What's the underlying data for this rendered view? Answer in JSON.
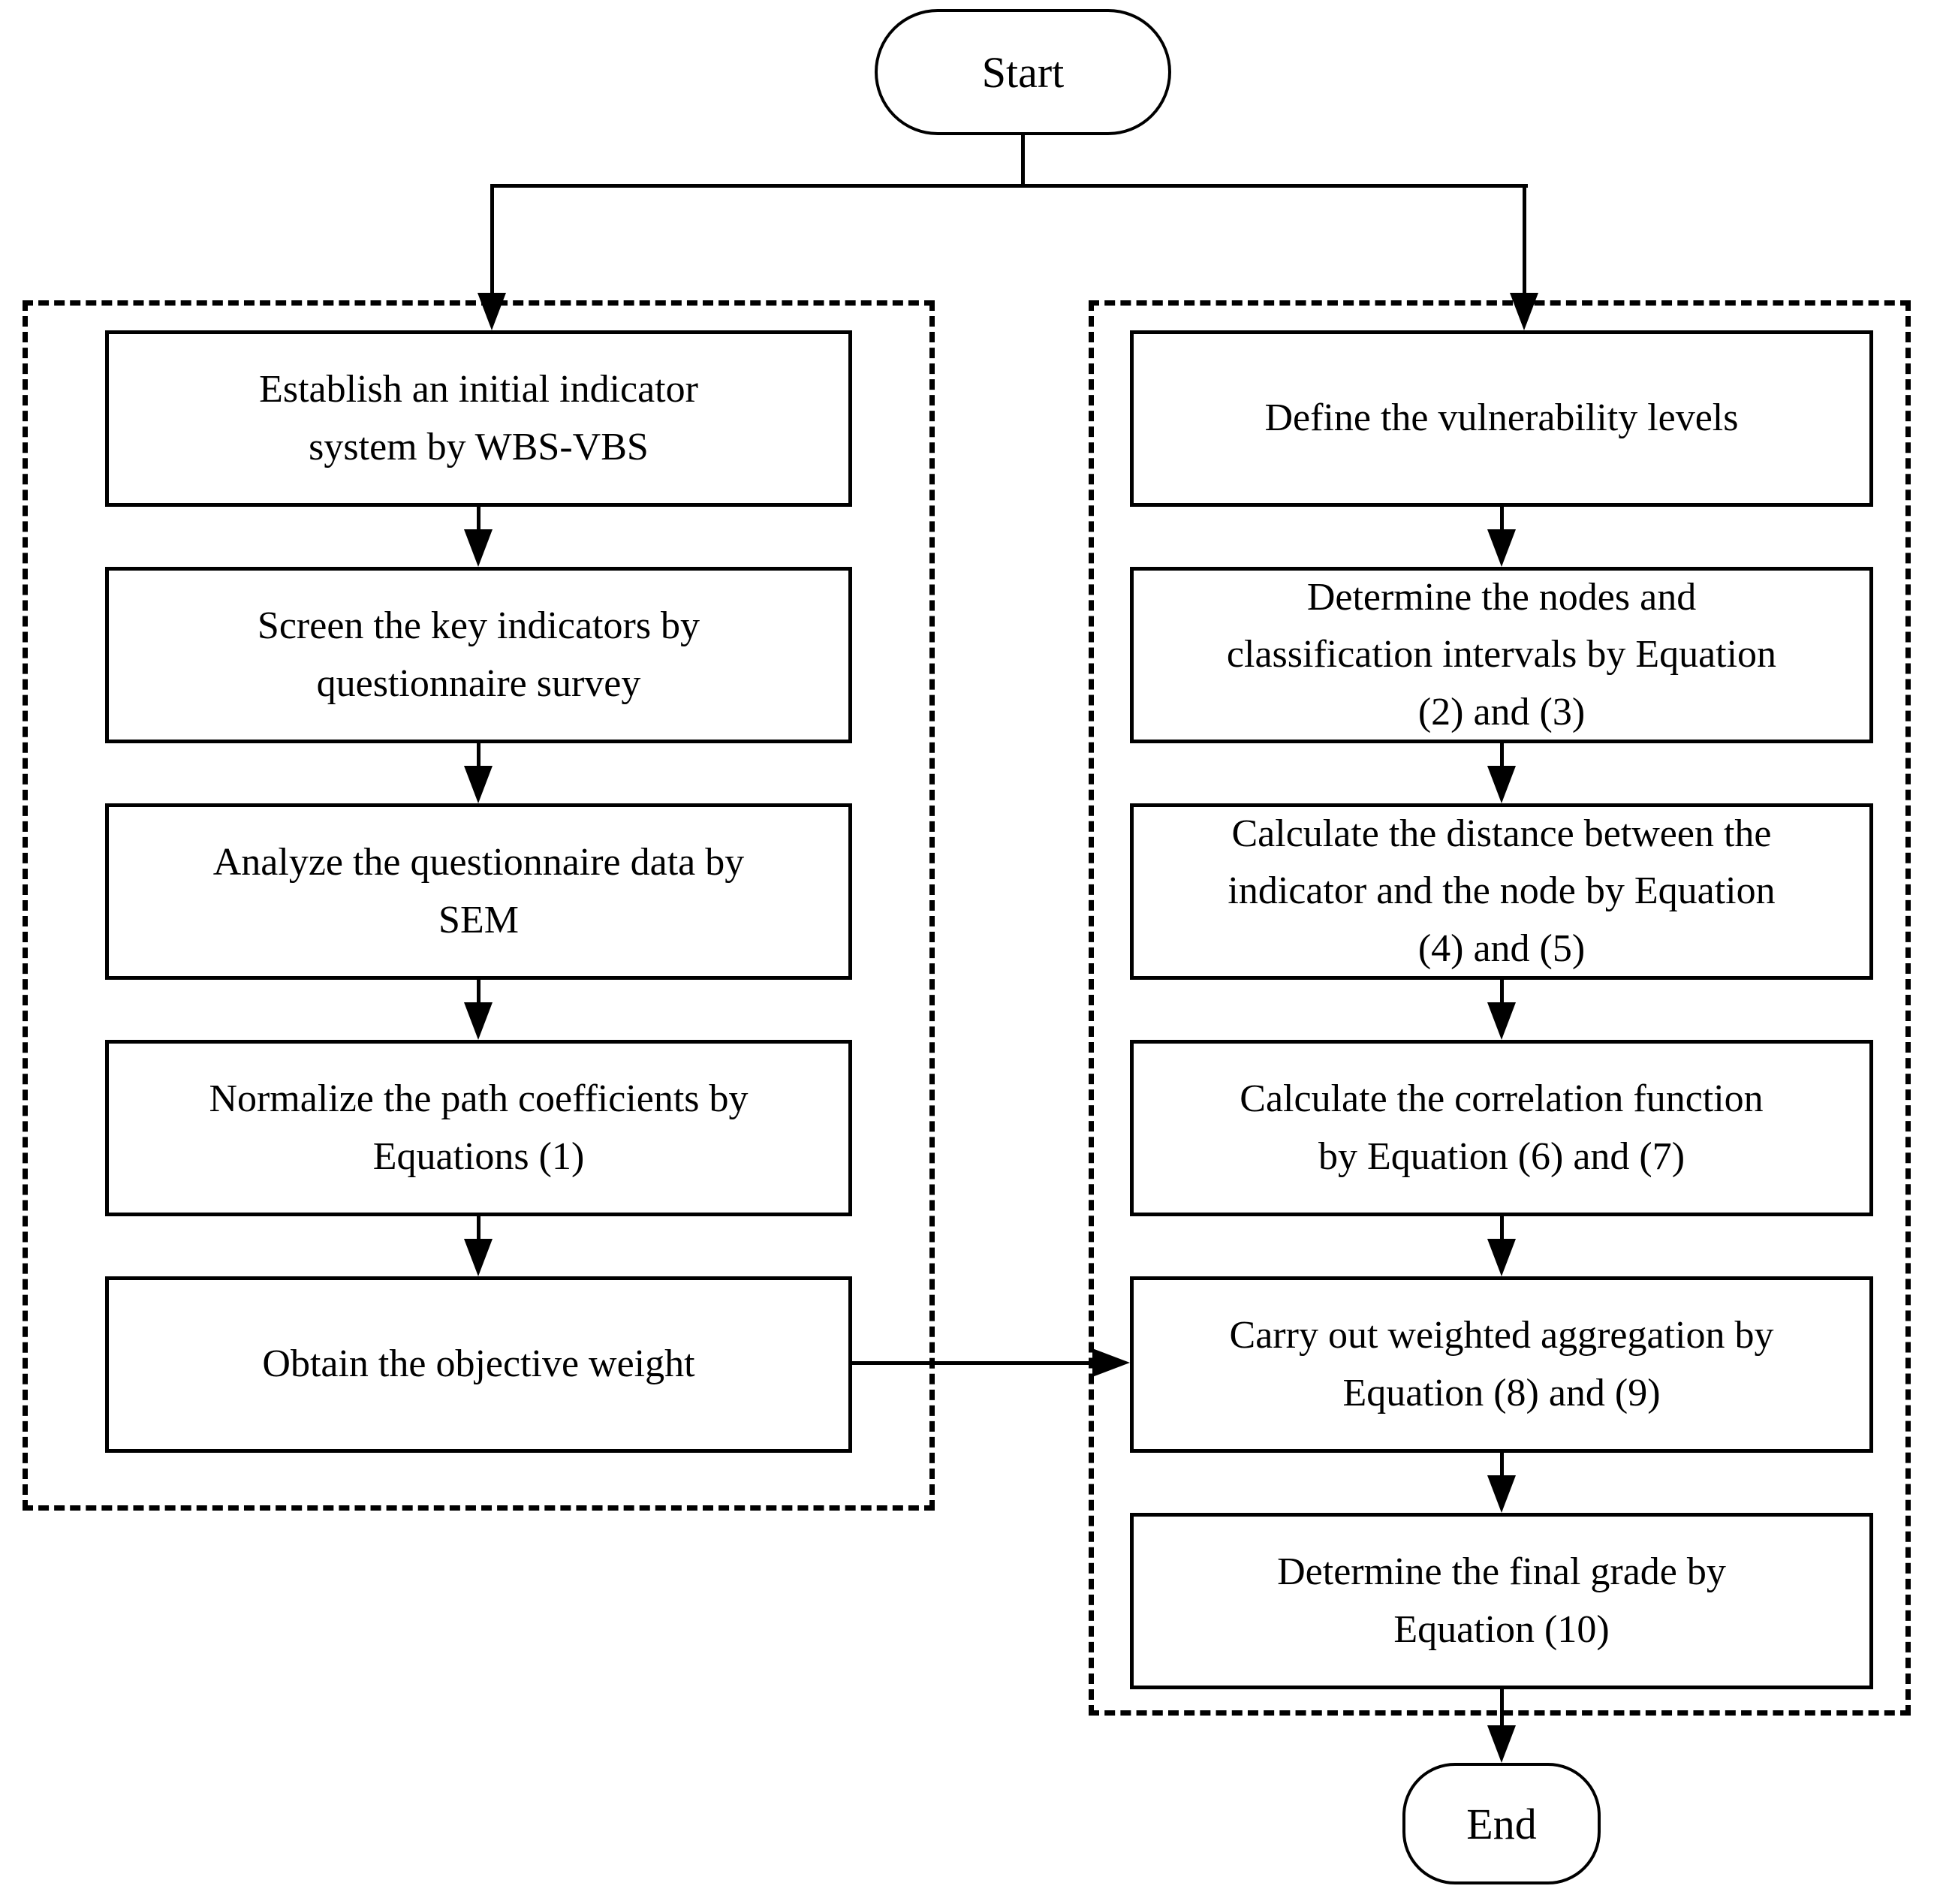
{
  "flowchart": {
    "start": {
      "label": "Start"
    },
    "end": {
      "label": "End"
    },
    "left_group": {
      "boxes": [
        {
          "lines": [
            "Establish an initial indicator",
            "system by WBS-VBS"
          ]
        },
        {
          "lines": [
            "Screen the key indicators by",
            "questionnaire survey"
          ]
        },
        {
          "lines": [
            "Analyze the questionnaire data by",
            "SEM"
          ]
        },
        {
          "lines": [
            "Normalize the path coefficients by",
            "Equations (1)"
          ]
        },
        {
          "lines": [
            "Obtain the objective weight"
          ]
        }
      ]
    },
    "right_group": {
      "boxes": [
        {
          "lines": [
            "Define the vulnerability levels"
          ]
        },
        {
          "lines": [
            "Determine the nodes and",
            "classification intervals by Equation",
            "(2) and (3)"
          ]
        },
        {
          "lines": [
            "Calculate the distance between the",
            "indicator and the node by Equation",
            "(4) and (5)"
          ]
        },
        {
          "lines": [
            "Calculate the correlation function",
            "by Equation (6) and (7)"
          ]
        },
        {
          "lines": [
            "Carry out weighted aggregation by",
            "Equation (8) and (9)"
          ]
        },
        {
          "lines": [
            "Determine the final grade by",
            "Equation (10)"
          ]
        }
      ]
    },
    "colors": {
      "line": "#000000",
      "background": "#ffffff"
    }
  }
}
